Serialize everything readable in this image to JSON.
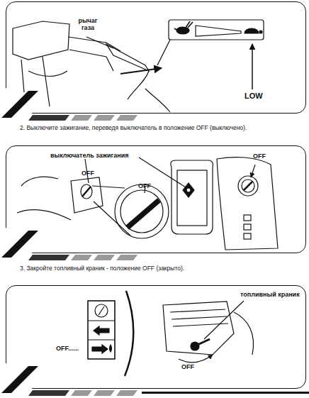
{
  "diagram": {
    "nodes": [
      {
        "text": [
          "рычаг газа",
          "LOW"
        ]
      },
      {
        "text": [
          "выключатель зажигания",
          "OFF",
          "OFF",
          "OFF"
        ]
      },
      {
        "text": [
          "топливный краник",
          "OFF......",
          "OFF"
        ]
      }
    ],
    "labels": [
      "2. Выключите зажигание, переведя выключатель в положение OFF (выключено).",
      "3. Закройте топливный краник - положение OFF (закрыто)."
    ]
  }
}
